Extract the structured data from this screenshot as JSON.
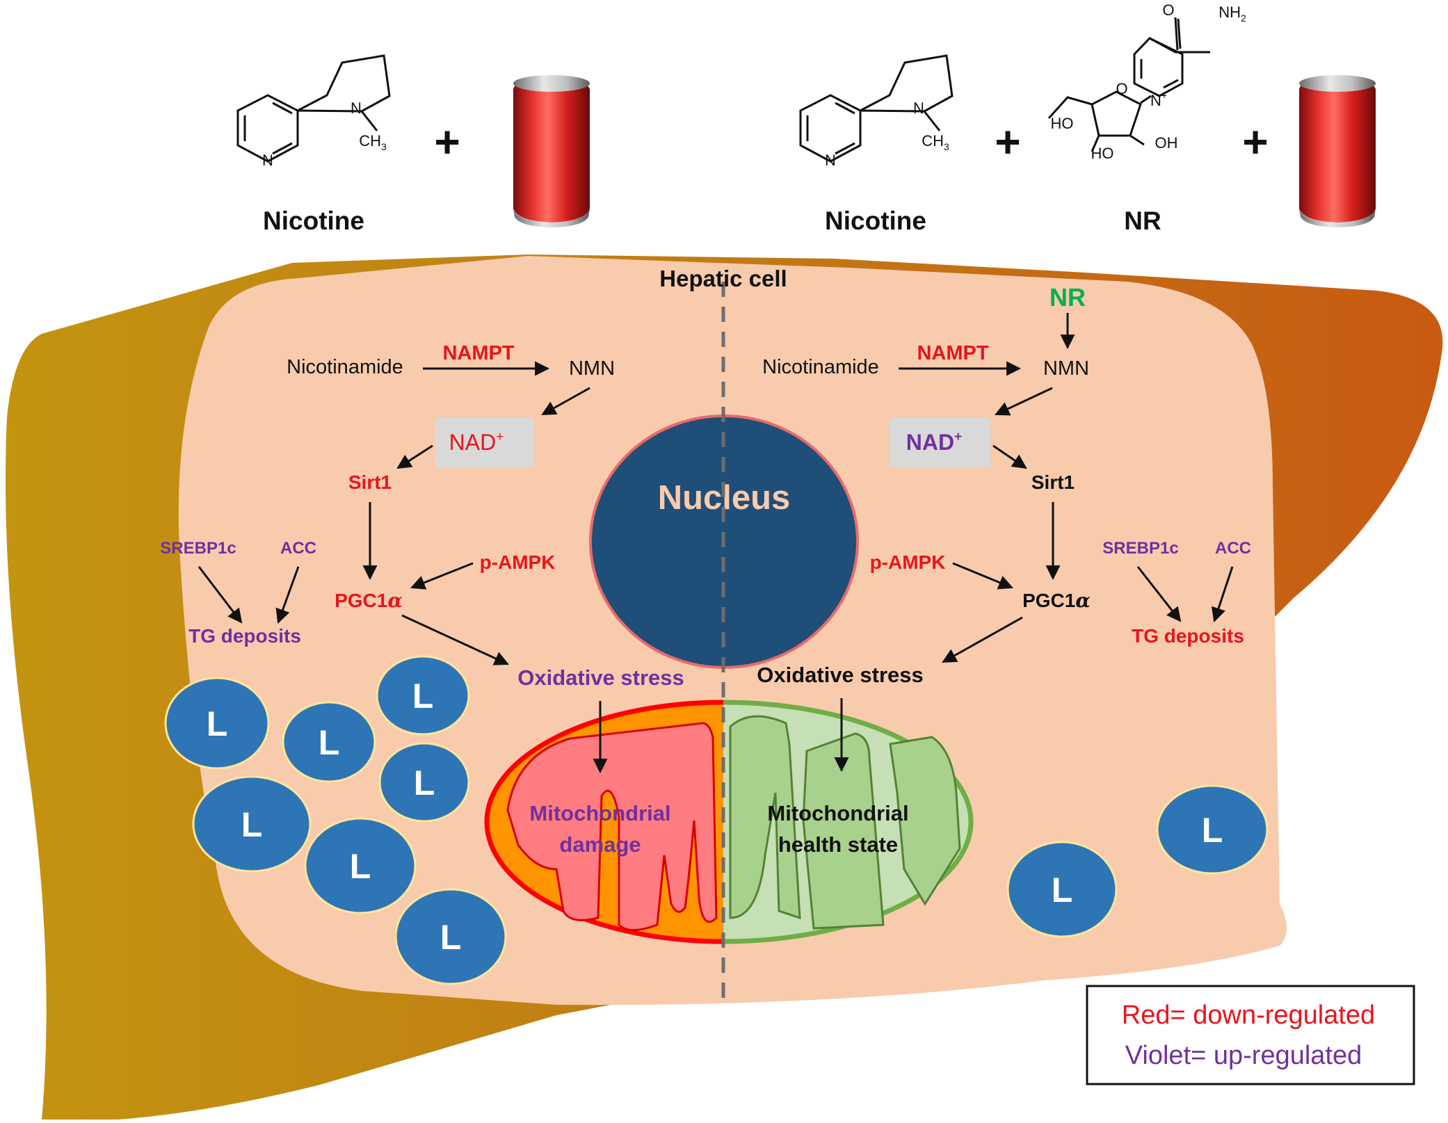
{
  "reagents": {
    "left": {
      "nicotine_label": "Nicotine",
      "plus": "+"
    },
    "right": {
      "nicotine_label": "Nicotine",
      "nr_label": "NR",
      "plus1": "+",
      "plus2": "+"
    },
    "atoms": {
      "n_ring": "N",
      "n_pyrrolidine": "N",
      "ch3": "CH",
      "ch3_sub": "3",
      "o_carbonyl": "O",
      "nh2": "NH",
      "nh2_sub": "2",
      "n_plus": "N",
      "plus_charge": "+",
      "o_ring": "O",
      "ho1": "HO",
      "ho2": "HO",
      "oh": "OH"
    }
  },
  "cell": {
    "title": "Hepatic cell",
    "nucleus": "Nucleus",
    "left": {
      "nicotinamide": "Nicotinamide",
      "nampt": "NAMPT",
      "nmn": "NMN",
      "nad": "NAD",
      "nad_sup": "+",
      "sirt1": "Sirt1",
      "pgc1": "PGC1",
      "alpha": "α",
      "pampk": "p-AMPK",
      "srebp": "SREBP1c",
      "acc": "ACC",
      "tg": "TG deposits",
      "oxidative": "Oxidative stress",
      "mito_line1": "Mitochondrial",
      "mito_line2": "damage"
    },
    "right": {
      "nr": "NR",
      "nicotinamide": "Nicotinamide",
      "nampt": "NAMPT",
      "nmn": "NMN",
      "nad": "NAD",
      "nad_sup": "+",
      "sirt1": "Sirt1",
      "pgc1": "PGC1",
      "alpha": "α",
      "pampk": "p-AMPK",
      "srebp": "SREBP1c",
      "acc": "ACC",
      "tg": "TG deposits",
      "oxidative": "Oxidative stress",
      "mito_line1": "Mitochondrial",
      "mito_line2": "health state"
    },
    "lipid_label": "L"
  },
  "legend": {
    "red": "Red= down-regulated",
    "violet": "Violet= up-regulated"
  },
  "colors": {
    "down": "#e8141c",
    "up": "#7030a0",
    "neutral": "#111111",
    "nr_green": "#00b050",
    "cell": "#f8cbad",
    "nucleus": "#1f4e79",
    "lipid": "#2e75b6"
  }
}
